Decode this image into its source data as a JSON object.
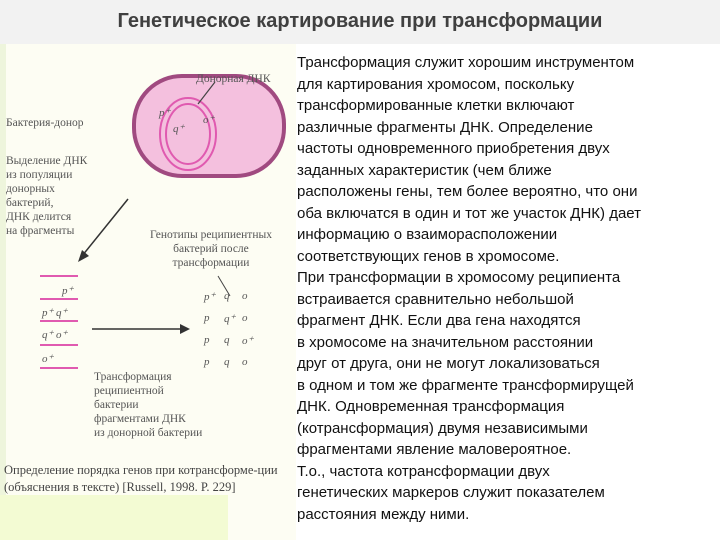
{
  "title": "Генетическое картирование при трансформации",
  "figure": {
    "label_donor_dna": "Донорная ДНК",
    "label_donor_bacterium": "Бактерия-донор",
    "label_isolation": [
      "Выделение ДНК",
      "из популяции",
      "донорных",
      "бактерий,",
      "ДНК делится",
      "на фрагменты"
    ],
    "label_genotypes": [
      "Генотипы реципиентных",
      "бактерий после",
      "трансформации"
    ],
    "label_transformation": [
      "Трансформация",
      "реципиентной",
      "бактерии",
      "фрагментами ДНК",
      "из донорной бактерии"
    ],
    "cell_genes": [
      "p⁺",
      "o⁺",
      "q⁺"
    ],
    "fragment_genes": [
      "p⁺",
      "p⁺ q⁺",
      "q⁺ o⁺",
      "o⁺"
    ],
    "genotype_rows": [
      [
        "p⁺",
        "q",
        "o"
      ],
      [
        "p",
        "q⁺",
        "o"
      ],
      [
        "p",
        "q",
        "o⁺"
      ],
      [
        "p",
        "q",
        "o"
      ]
    ],
    "caption": "Определение порядка генов при котрансформе-ции (объяснения в тексте) [Russell, 1998. P. 229]"
  },
  "body_lines": [
    "Трансформация служит хорошим инструментом",
    "для картирования хромосом, поскольку",
    "трансформированные клетки включают",
    "различные фрагменты ДНК. Определение",
    "частоты одновременного приобретения двух",
    "заданных характеристик (чем ближе",
    "расположены гены, тем более вероятно, что они",
    "оба включатся в один и тот же участок ДНК) дает",
    "информацию о взаиморасположении",
    "соответствующих генов в хромосоме.",
    "При трансформации в хромосому реципиента",
    "встраивается сравнительно небольшой",
    "фрагмент ДНК. Если два гена находятся",
    "в хромосоме на значительном расстоянии",
    "друг от друга, они не могут локализоваться",
    "в одном и том же фрагменте трансформирущей",
    "ДНК. Одновременная трансформация",
    " (котрансформация) двумя независимыми",
    "фрагментами явление маловероятное.",
    "Т.о., частота котрансформации двух",
    " генетических маркеров служит показателем",
    "расстояния между ними."
  ],
  "colors": {
    "accent": "#e05ab0",
    "text": "#111111",
    "title": "#404040"
  }
}
